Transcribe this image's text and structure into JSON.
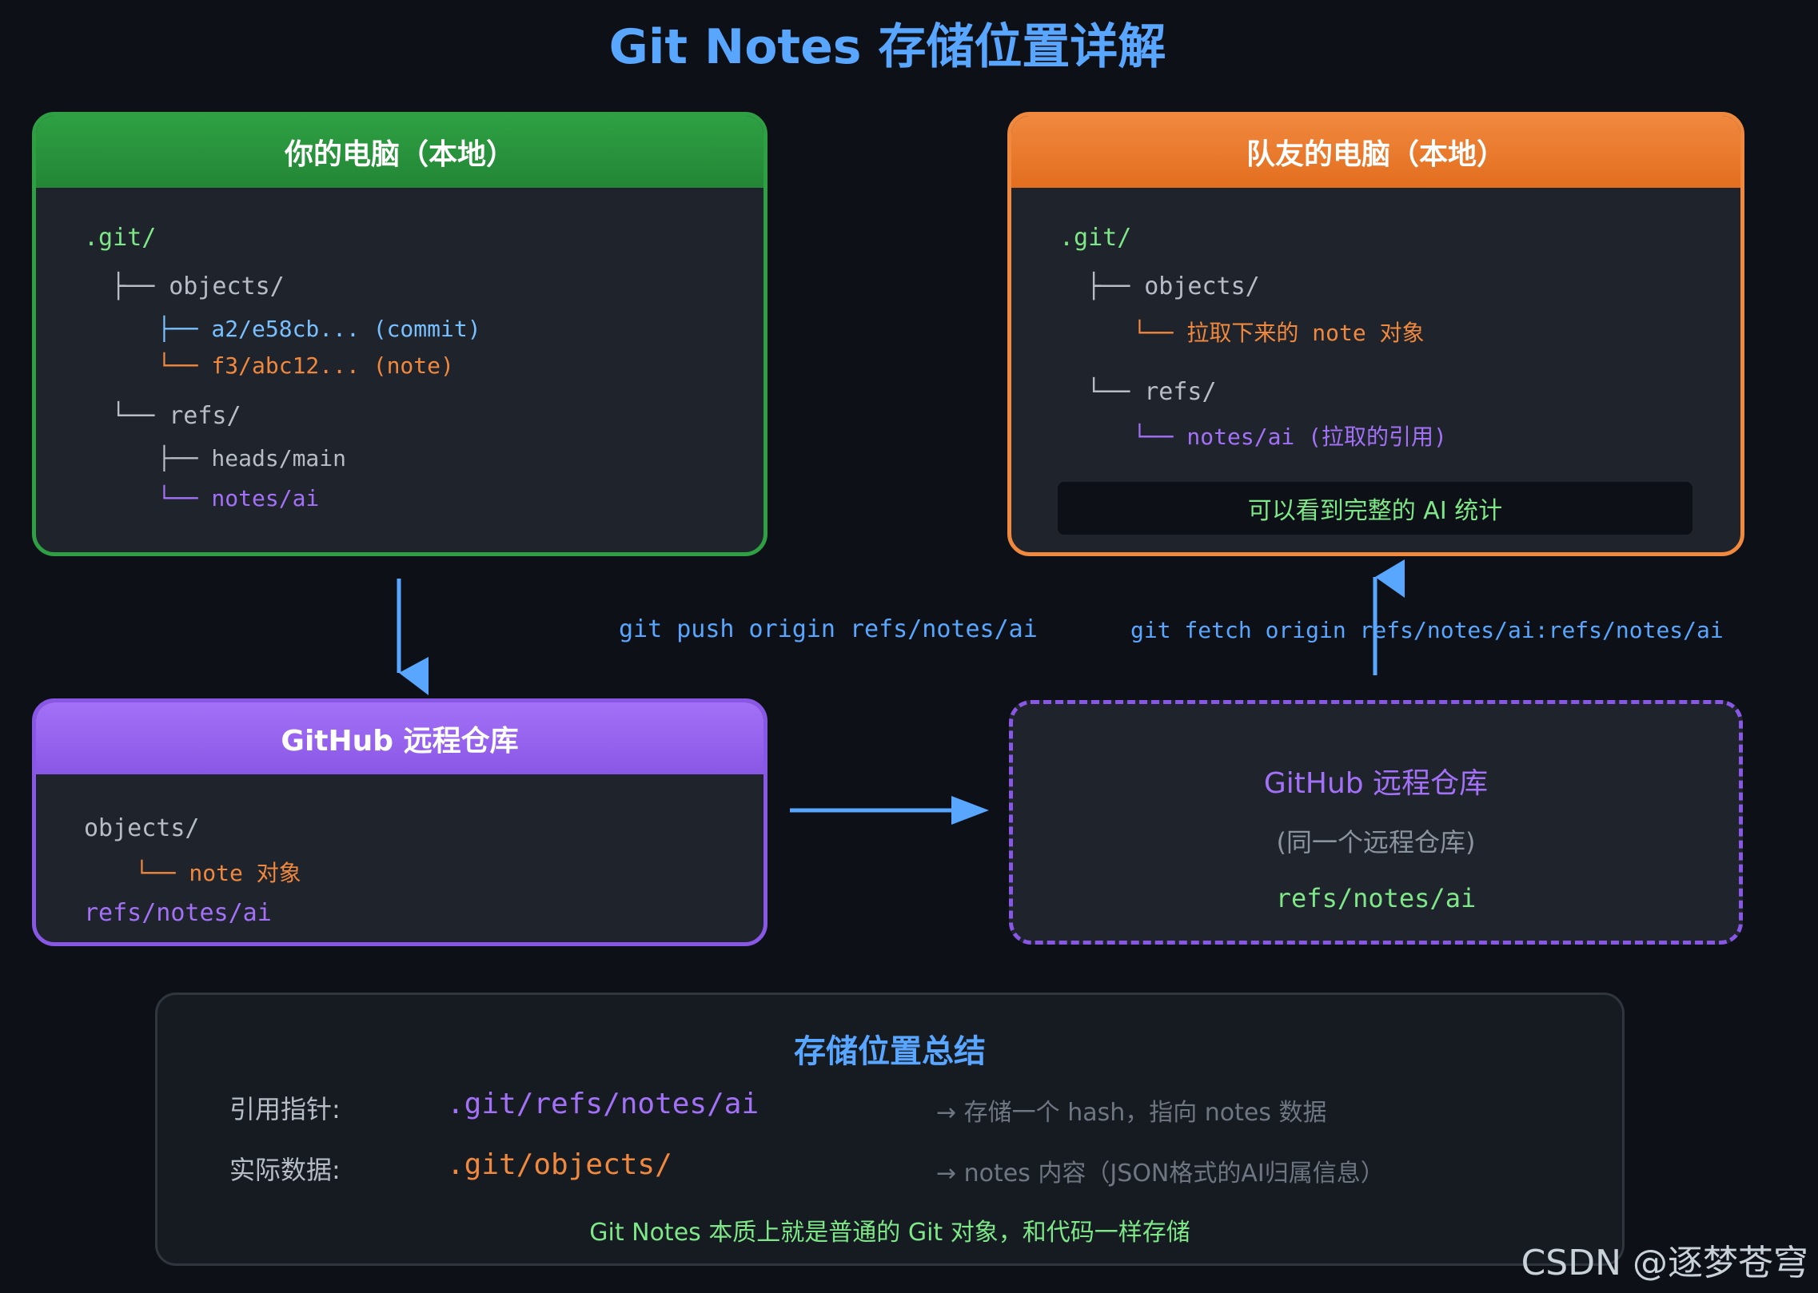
{
  "title": "Git Notes 存储位置详解",
  "local_box": {
    "header": "你的电脑（本地）",
    "lines": [
      ".git/",
      "├── objects/",
      "├── a2/e58cb... (commit)",
      "└── f3/abc12... (note)",
      "└── refs/",
      "├── heads/main",
      "└── notes/ai"
    ]
  },
  "mate_box": {
    "header": "队友的电脑（本地）",
    "lines": [
      ".git/",
      "├── objects/",
      "└── 拉取下来的 note 对象",
      "└── refs/",
      "└── notes/ai (拉取的引用)"
    ],
    "banner": "可以看到完整的 AI 统计"
  },
  "remote_box": {
    "header": "GitHub 远程仓库",
    "lines": [
      "objects/",
      "└── note 对象",
      "refs/notes/ai"
    ]
  },
  "remote_box_2": {
    "title": "GitHub 远程仓库",
    "subtitle": "(同一个远程仓库)",
    "ref": "refs/notes/ai"
  },
  "commands": {
    "push": "git push origin refs/notes/ai",
    "fetch": "git fetch origin refs/notes/ai:refs/notes/ai"
  },
  "summary": {
    "title": "存储位置总结",
    "rows": [
      {
        "label": "引用指针:",
        "path": ".git/refs/notes/ai",
        "desc": "→ 存储一个 hash，指向 notes 数据"
      },
      {
        "label": "实际数据:",
        "path": ".git/objects/",
        "desc": "→ notes 内容（JSON格式的AI归属信息）"
      }
    ],
    "footer": "Git Notes 本质上就是普通的 Git 对象，和代码一样存储"
  },
  "watermark": "CSDN @逐梦苍穹",
  "colors": {
    "background": "#0d1117",
    "green": "#2ea043",
    "orange": "#f0883e",
    "purple": "#8957e5",
    "blue": "#58a6ff"
  }
}
